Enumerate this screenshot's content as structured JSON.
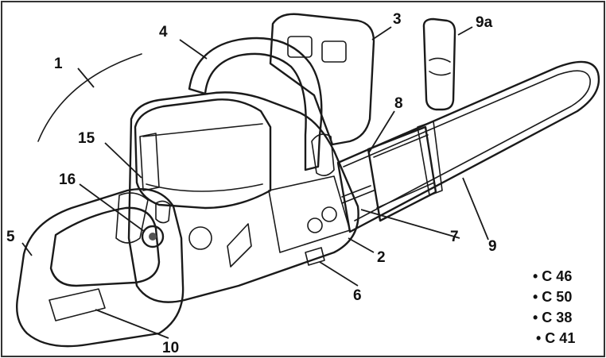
{
  "callouts": [
    {
      "id": "1",
      "label": "1"
    },
    {
      "id": "2",
      "label": "2"
    },
    {
      "id": "3",
      "label": "3"
    },
    {
      "id": "4",
      "label": "4"
    },
    {
      "id": "5",
      "label": "5"
    },
    {
      "id": "6",
      "label": "6"
    },
    {
      "id": "7",
      "label": "7"
    },
    {
      "id": "8",
      "label": "8"
    },
    {
      "id": "9",
      "label": "9"
    },
    {
      "id": "9a",
      "label": "9a"
    },
    {
      "id": "10",
      "label": "10"
    },
    {
      "id": "15",
      "label": "15"
    },
    {
      "id": "16",
      "label": "16"
    }
  ],
  "models": [
    "• C 46",
    "• C 50",
    "• C 38",
    "• C 41"
  ],
  "colors": {
    "ink": "#1a1a1a",
    "body_light": "#e6e6e6",
    "body_mid": "#c8c8c8",
    "body_dark": "#9a9a9a",
    "frame": "#333333"
  }
}
